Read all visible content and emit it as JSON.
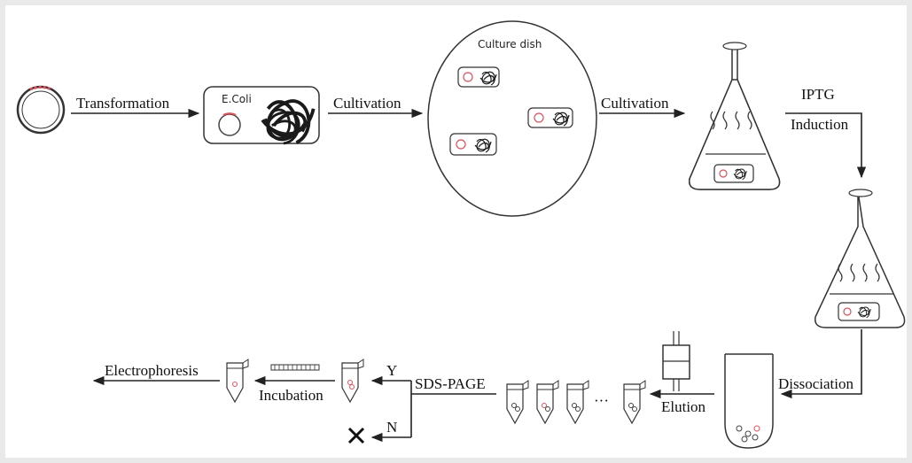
{
  "colors": {
    "background": "#e9e9e9",
    "canvas": "#ffffff",
    "line": "#222222",
    "gene_insert": "#e0505a",
    "bacteria_tangle": "#1a1a1a"
  },
  "steps": {
    "transformation": "Transformation",
    "cultivation_1": "Cultivation",
    "cultivation_2": "Cultivation",
    "iptg": "IPTG",
    "induction": "Induction",
    "dissociation": "Dissociation",
    "elution": "Elution",
    "sds_page": "SDS-PAGE",
    "yes": "Y",
    "no": "N",
    "incubation": "Incubation",
    "electrophoresis": "Electrophoresis"
  },
  "labels": {
    "ecoli": "E.Coli",
    "culture_dish": "Culture dish",
    "ellipsis": "···"
  },
  "icons": [
    "plasmid-icon",
    "ecoli-cell-icon",
    "culture-dish-icon",
    "flask-icon",
    "column-icon",
    "tube-icon",
    "cross-icon",
    "gel-icon"
  ]
}
